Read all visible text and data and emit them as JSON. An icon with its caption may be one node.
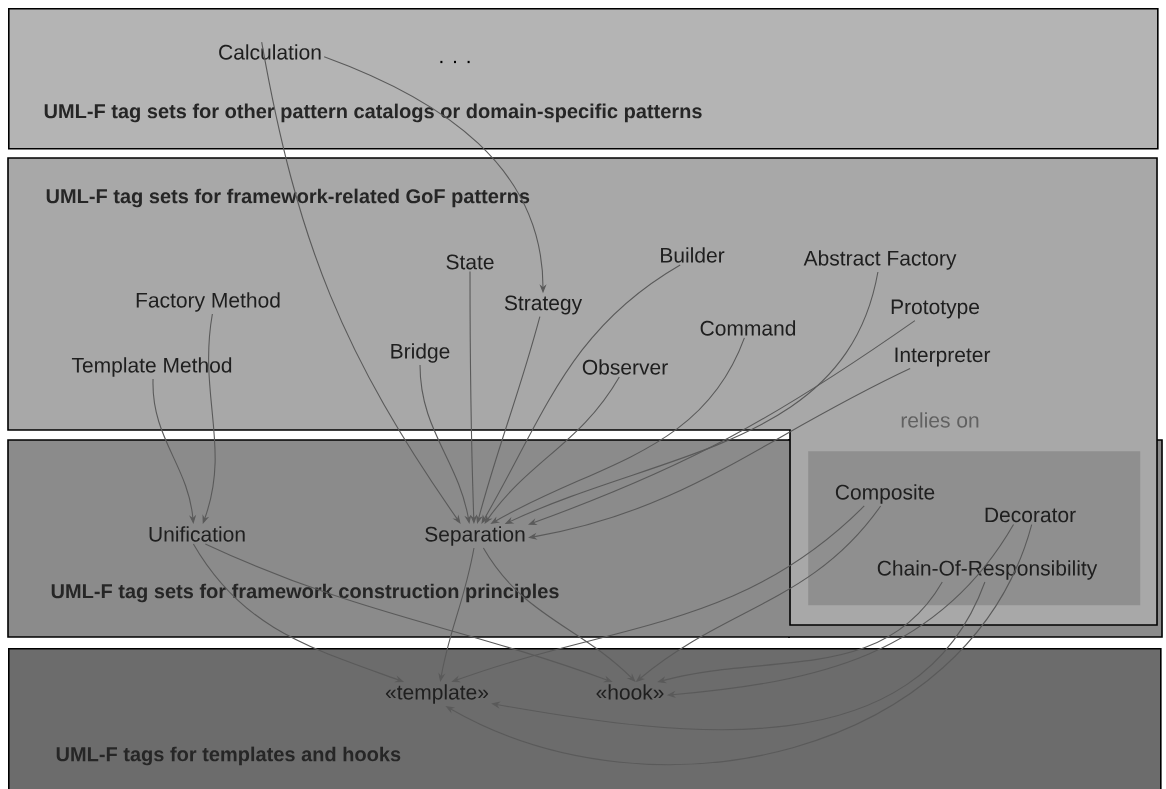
{
  "diagram": {
    "nodes": [
      {
        "text": [
          "UML-F tag sets for other pattern catalogs or domain-specific patterns"
        ]
      },
      {
        "text": [
          "Calculation"
        ],
        "in": 0
      },
      {
        "text": [
          "UML-F tag sets for framework-related GoF patterns"
        ]
      },
      {
        "text": [
          "Factory Method"
        ],
        "in": 2
      },
      {
        "text": [
          "Template Method"
        ],
        "in": 2
      },
      {
        "text": [
          "State"
        ],
        "in": 2
      },
      {
        "text": [
          "Strategy"
        ],
        "in": 2
      },
      {
        "text": [
          "Bridge"
        ],
        "in": 2
      },
      {
        "text": [
          "Builder"
        ],
        "in": 2
      },
      {
        "text": [
          "Observer"
        ],
        "in": 2
      },
      {
        "text": [
          "Command"
        ],
        "in": 2
      },
      {
        "text": [
          "Abstract Factory"
        ],
        "in": 2
      },
      {
        "text": [
          "Prototype"
        ],
        "in": 2
      },
      {
        "text": [
          "Interpreter"
        ],
        "in": 2
      },
      {
        "text": [
          "relies on"
        ],
        "in": 2
      },
      {
        "text": [
          "Composite"
        ],
        "in": 14
      },
      {
        "text": [
          "Decorator"
        ],
        "in": 14
      },
      {
        "text": [
          "Chain-Of-Responsibility"
        ],
        "in": 14
      },
      {
        "text": [
          "UML-F tag sets for framework construction principles"
        ]
      },
      {
        "text": [
          "Unification"
        ],
        "in": 18
      },
      {
        "text": [
          "Separation"
        ],
        "in": 18
      },
      {
        "text": [
          "UML-F tags for templates and hooks"
        ]
      },
      {
        "text": [
          "«template»"
        ],
        "in": 21
      },
      {
        "text": [
          "«hook»"
        ],
        "in": 21
      }
    ],
    "edges": [
      {
        "from": 1,
        "to": 20,
        "arrow": "to"
      },
      {
        "from": 1,
        "to": 6,
        "arrow": "to"
      },
      {
        "from": 4,
        "to": 19,
        "arrow": "to"
      },
      {
        "from": 3,
        "to": 19,
        "arrow": "to"
      },
      {
        "from": 7,
        "to": 20,
        "arrow": "to"
      },
      {
        "from": 5,
        "to": 20,
        "arrow": "to"
      },
      {
        "from": 6,
        "to": 20,
        "arrow": "to"
      },
      {
        "from": 8,
        "to": 20,
        "arrow": "to"
      },
      {
        "from": 9,
        "to": 20,
        "arrow": "to"
      },
      {
        "from": 10,
        "to": 20,
        "arrow": "to"
      },
      {
        "from": 11,
        "to": 20,
        "arrow": "to"
      },
      {
        "from": 12,
        "to": 20,
        "arrow": "to"
      },
      {
        "from": 13,
        "to": 20,
        "arrow": "to"
      },
      {
        "from": 19,
        "to": 22,
        "arrow": "to"
      },
      {
        "from": 19,
        "to": 23,
        "arrow": "to"
      },
      {
        "from": 20,
        "to": 22,
        "arrow": "to"
      },
      {
        "from": 20,
        "to": 23,
        "arrow": "to"
      },
      {
        "from": 15,
        "to": 22,
        "arrow": "to"
      },
      {
        "from": 15,
        "to": 23,
        "arrow": "to"
      },
      {
        "from": 17,
        "to": 23,
        "arrow": "to"
      },
      {
        "from": 16,
        "to": 23,
        "arrow": "to"
      },
      {
        "from": 17,
        "to": 22,
        "arrow": "to"
      },
      {
        "from": 16,
        "to": 22,
        "arrow": "to"
      }
    ],
    "labels": [
      ". . ."
    ]
  }
}
